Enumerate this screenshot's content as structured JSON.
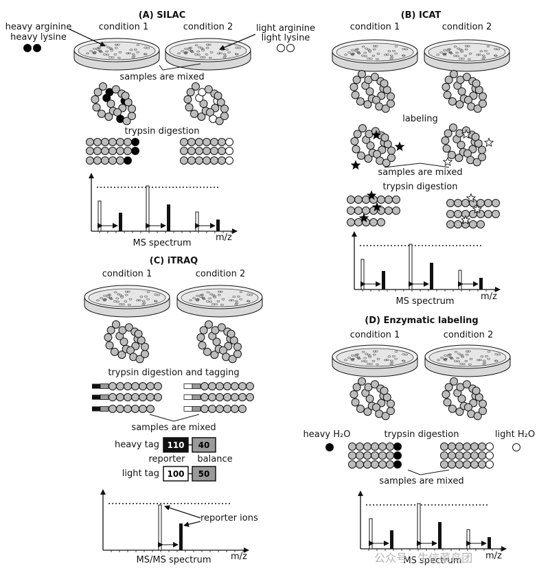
{
  "panels": {
    "silac": {
      "title": "(A) SILAC",
      "condition1": "condition 1",
      "condition2": "condition 2",
      "heavy_label_line1": "heavy arginine",
      "heavy_label_line2": "heavy lysine",
      "light_label_line1": "light arginine",
      "light_label_line2": "light lysine",
      "mixed": "samples are mixed",
      "digestion": "trypsin digestion",
      "spectrum": "MS spectrum",
      "axis": "m/z"
    },
    "icat": {
      "title": "(B) ICAT",
      "condition1": "condition 1",
      "condition2": "condition 2",
      "labeling": "labeling",
      "mixed": "samples are mixed",
      "digestion": "trypsin digestion",
      "spectrum": "MS spectrum",
      "axis": "m/z"
    },
    "itraq": {
      "title": "(C) iTRAQ",
      "condition1": "condition 1",
      "condition2": "condition 2",
      "digestion": "trypsin digestion and tagging",
      "mixed": "samples are mixed",
      "heavy_tag": "heavy tag",
      "light_tag": "light tag",
      "reporter": "reporter",
      "balance": "balance",
      "heavy_reporter_mass": "110",
      "heavy_balance_mass": "40",
      "light_reporter_mass": "100",
      "light_balance_mass": "50",
      "reporter_ions": "reporter ions",
      "spectrum": "MS/MS spectrum",
      "axis": "m/z"
    },
    "enzymatic": {
      "title": "(D) Enzymatic labeling",
      "condition1": "condition 1",
      "condition2": "condition 2",
      "heavy_water": "heavy H₂O",
      "light_water": "light H₂O",
      "digestion": "trypsin digestion",
      "mixed": "samples are mixed",
      "spectrum": "MS spectrum",
      "axis": "m/z"
    }
  },
  "watermark": "公众号 · 生信菜鸟团",
  "colors": {
    "bead_fill": "#bdbdbd",
    "heavy": "#000000",
    "light": "#ffffff",
    "dish_fill": "#e6e6e6",
    "outline": "#111111"
  }
}
